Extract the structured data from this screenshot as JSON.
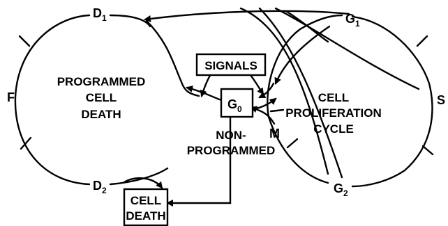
{
  "diagram": {
    "left_loop": {
      "title_lines": [
        "PROGRAMMED",
        "CELL",
        "DEATH"
      ],
      "phases": {
        "d1": {
          "main": "D",
          "sub": "1"
        },
        "f": {
          "main": "F",
          "sub": ""
        },
        "d2": {
          "main": "D",
          "sub": "2"
        }
      }
    },
    "right_loop": {
      "title_lines": [
        "CELL",
        "PROLIFERATION",
        "CYCLE"
      ],
      "phases": {
        "g1": {
          "main": "G",
          "sub": "1"
        },
        "s": {
          "main": "S",
          "sub": ""
        },
        "g2": {
          "main": "G",
          "sub": "2"
        },
        "m": {
          "main": "M",
          "sub": ""
        }
      }
    },
    "signals_box": {
      "label": "SIGNALS"
    },
    "g0_box": {
      "main": "G",
      "sub": "0"
    },
    "non_programmed": {
      "lines": [
        "NON-",
        "PROGRAMMED"
      ]
    },
    "cell_death_box": {
      "lines": [
        "CELL",
        "DEATH"
      ]
    },
    "stroke_color": "#000000",
    "background_color": "#ffffff"
  }
}
